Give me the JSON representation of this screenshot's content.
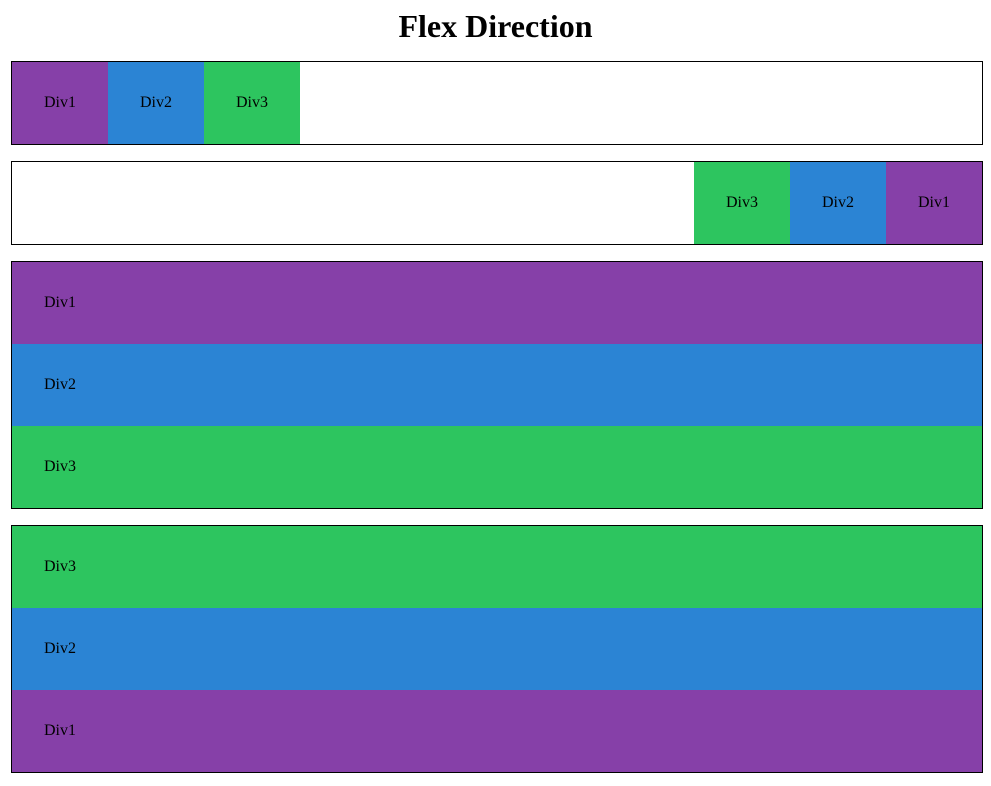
{
  "page": {
    "title": "Flex Direction"
  },
  "colors": {
    "div1": "#8640a8",
    "div2": "#2b84d4",
    "div3": "#2dc55f",
    "border": "#000000"
  },
  "boxes": [
    {
      "direction": "row",
      "items": [
        "Div1",
        "Div2",
        "Div3"
      ]
    },
    {
      "direction": "row-reverse",
      "items": [
        "Div1",
        "Div2",
        "Div3"
      ]
    },
    {
      "direction": "column",
      "items": [
        "Div1",
        "Div2",
        "Div3"
      ]
    },
    {
      "direction": "column-reverse",
      "items": [
        "Div1",
        "Div2",
        "Div3"
      ]
    }
  ]
}
